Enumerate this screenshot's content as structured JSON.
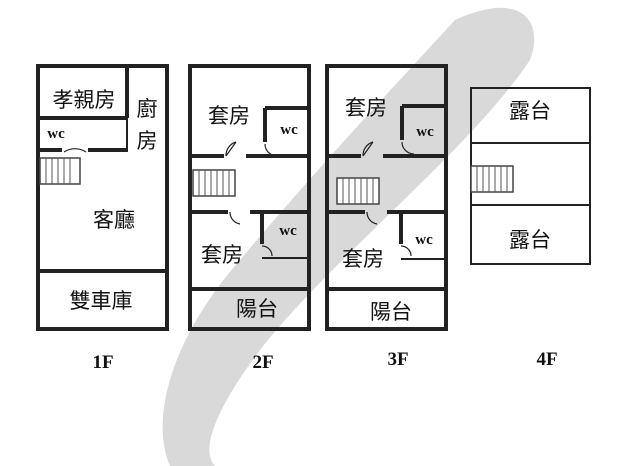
{
  "floors": [
    {
      "label": "1F",
      "rooms": {
        "elder_room": "孝親房",
        "kitchen_top": "廚",
        "kitchen_bottom": "房",
        "wc": "wc",
        "living_room": "客廳",
        "garage": "雙車庫"
      }
    },
    {
      "label": "2F",
      "rooms": {
        "suite_upper": "套房",
        "wc_upper": "wc",
        "suite_lower": "套房",
        "wc_lower": "wc",
        "balcony": "陽台"
      }
    },
    {
      "label": "3F",
      "rooms": {
        "suite_upper": "套房",
        "wc_upper": "wc",
        "suite_lower": "套房",
        "wc_lower": "wc",
        "balcony": "陽台"
      }
    },
    {
      "label": "4F",
      "rooms": {
        "terrace_upper": "露台",
        "terrace_lower": "露台"
      }
    }
  ],
  "colors": {
    "wall": "#222222",
    "watermark": "#d9d9d9",
    "background": "#ffffff"
  }
}
